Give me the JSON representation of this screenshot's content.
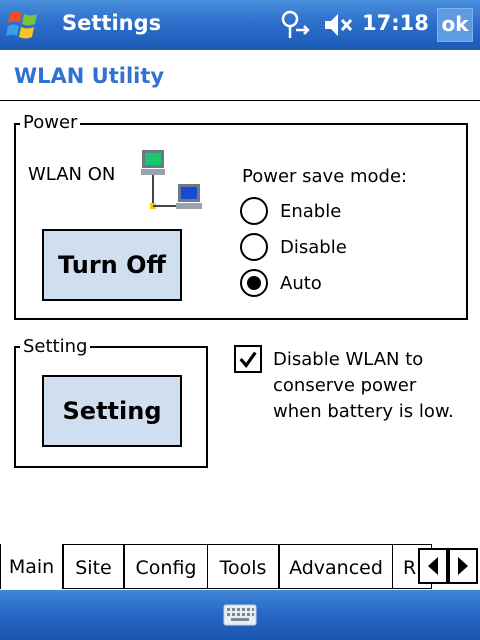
{
  "titlebar": {
    "title": "Settings",
    "time": "17:18",
    "ok_label": "ok",
    "icons": [
      "windows-start-icon",
      "connectivity-icon",
      "volume-muted-icon"
    ]
  },
  "page": {
    "title": "WLAN Utility"
  },
  "power_group": {
    "label": "Power",
    "status_text": "WLAN ON",
    "status_icon": "network-computers-icon",
    "turn_off_label": "Turn Off",
    "power_save_label": "Power save mode:",
    "options": [
      {
        "label": "Enable",
        "selected": false
      },
      {
        "label": "Disable",
        "selected": false
      },
      {
        "label": "Auto",
        "selected": true
      }
    ]
  },
  "setting_group": {
    "label": "Setting",
    "button_label": "Setting"
  },
  "disable_wlan": {
    "checked": true,
    "lines": [
      "Disable WLAN to",
      "conserve power",
      "when battery is low."
    ]
  },
  "tabs": {
    "items": [
      "Main",
      "Site",
      "Config",
      "Tools",
      "Advanced",
      "R"
    ],
    "active": "Main"
  },
  "bottombar": {
    "icon": "keyboard-icon"
  },
  "colors": {
    "titlebar": "#2d6fcb",
    "accent_text": "#2f72cf",
    "button_fill": "#cfdff0"
  }
}
